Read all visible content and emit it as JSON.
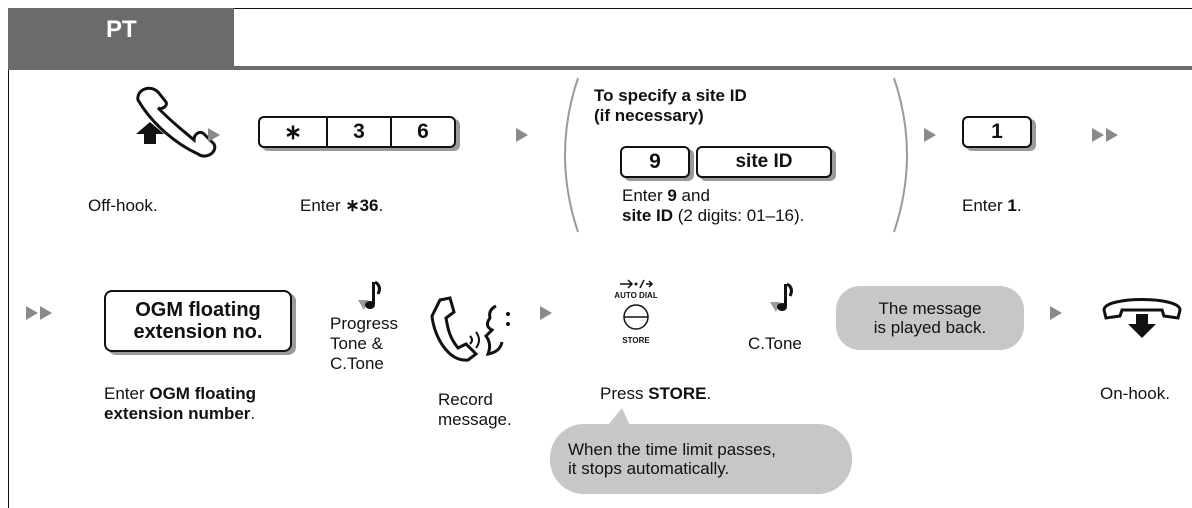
{
  "tab": {
    "label": "PT"
  },
  "step1": {
    "caption": "Off-hook."
  },
  "step2": {
    "keys": [
      "∗",
      "3",
      "6"
    ],
    "caption_prefix": "Enter ",
    "caption_code": "∗36",
    "caption_suffix": "."
  },
  "optional": {
    "title_line1": "To specify a site ID",
    "title_line2": "(if necessary)",
    "key_9": "9",
    "key_site": "site ID",
    "caption_a": "Enter ",
    "caption_b": "9",
    "caption_c": " and",
    "caption_d": "site ID",
    "caption_e": " (2 digits: 01–16)."
  },
  "step4": {
    "key": "1",
    "caption_prefix": "Enter ",
    "caption_bold": "1",
    "caption_suffix": "."
  },
  "step5": {
    "key_line1": "OGM floating",
    "key_line2": "extension no.",
    "caption_a": "Enter ",
    "caption_b": "OGM floating",
    "caption_c": "extension number",
    "caption_d": "."
  },
  "tone1": {
    "line1": "Progress",
    "line2": "Tone &",
    "line3": "C.Tone"
  },
  "record": {
    "line1": "Record",
    "line2": "message."
  },
  "store": {
    "button_top": "AUTO DIAL",
    "button_bottom": "STORE",
    "caption_prefix": "Press ",
    "caption_bold": "STORE",
    "caption_suffix": "."
  },
  "tone2": {
    "label": "C.Tone"
  },
  "playback": {
    "line1": "The message",
    "line2": "is played back."
  },
  "note": {
    "line1": "When the time limit passes,",
    "line2": "it stops automatically."
  },
  "step_last": {
    "caption": "On-hook."
  }
}
